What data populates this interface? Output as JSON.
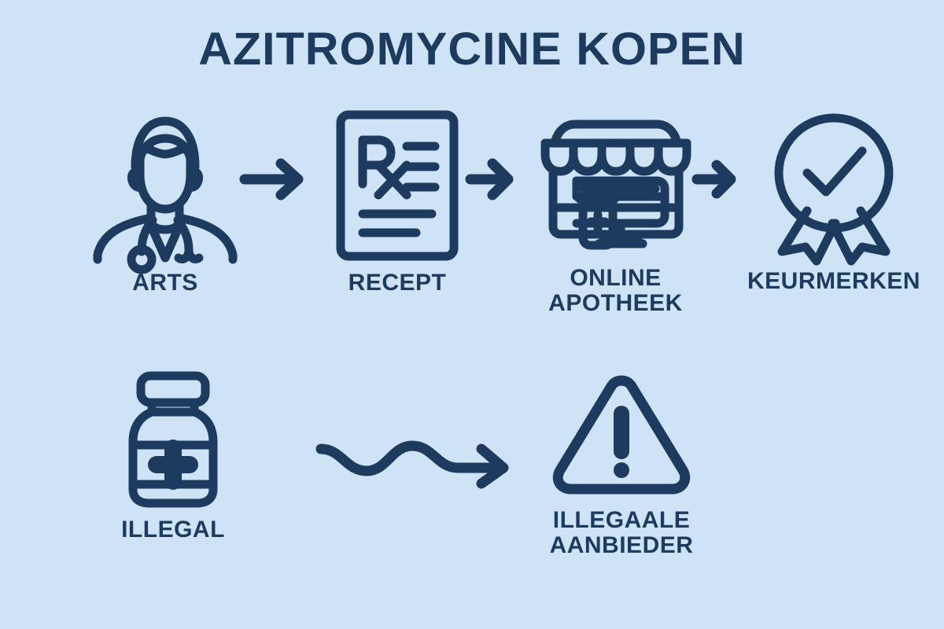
{
  "page": {
    "title": "AZITROMYCINE KOPEN",
    "background_color": "#cfe3f7",
    "ink_color": "#1d3a5f"
  },
  "flow": {
    "legal_path": [
      {
        "id": "arts",
        "icon": "doctor-icon",
        "label": "ARTS"
      },
      {
        "id": "recept",
        "icon": "prescription-rx-icon",
        "label": "RECEPT"
      },
      {
        "id": "apotheek",
        "icon": "online-pharmacy-icon",
        "label": "ONLINE\nAPOTHEEK"
      },
      {
        "id": "keurmerken",
        "icon": "verified-badge-icon",
        "label": "KEURMERKEN"
      }
    ],
    "illegal_path": [
      {
        "id": "illegal",
        "icon": "medicine-vial-icon",
        "label": "ILLEGAL"
      },
      {
        "id": "aanbieder",
        "icon": "warning-triangle-icon",
        "label": "ILLEGAALE\nAANBIEDER"
      }
    ],
    "connectors": [
      {
        "id": "arrow-1",
        "icon": "arrow-right-icon",
        "from": "arts",
        "to": "recept"
      },
      {
        "id": "arrow-2",
        "icon": "arrow-right-icon",
        "from": "recept",
        "to": "apotheek"
      },
      {
        "id": "arrow-3",
        "icon": "arrow-right-icon",
        "from": "apotheek",
        "to": "keurmerken"
      },
      {
        "id": "arrow-wavy",
        "icon": "wavy-arrow-right-icon",
        "from": "illegal",
        "to": "aanbieder"
      }
    ]
  }
}
